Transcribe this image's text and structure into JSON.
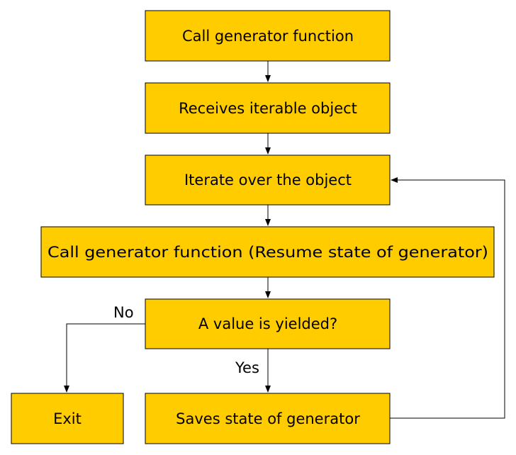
{
  "nodes": {
    "call_generator": "Call generator function",
    "receives_iterable": "Receives iterable object",
    "iterate": "Iterate over the object",
    "resume": "Call generator function (Resume state of generator)",
    "yield_check": "A value is yielded?",
    "exit": "Exit",
    "save_state": "Saves state of generator"
  },
  "edge_labels": {
    "no": "No",
    "yes": "Yes"
  },
  "colors": {
    "node_fill": "#ffcc00",
    "line": "#000000"
  }
}
